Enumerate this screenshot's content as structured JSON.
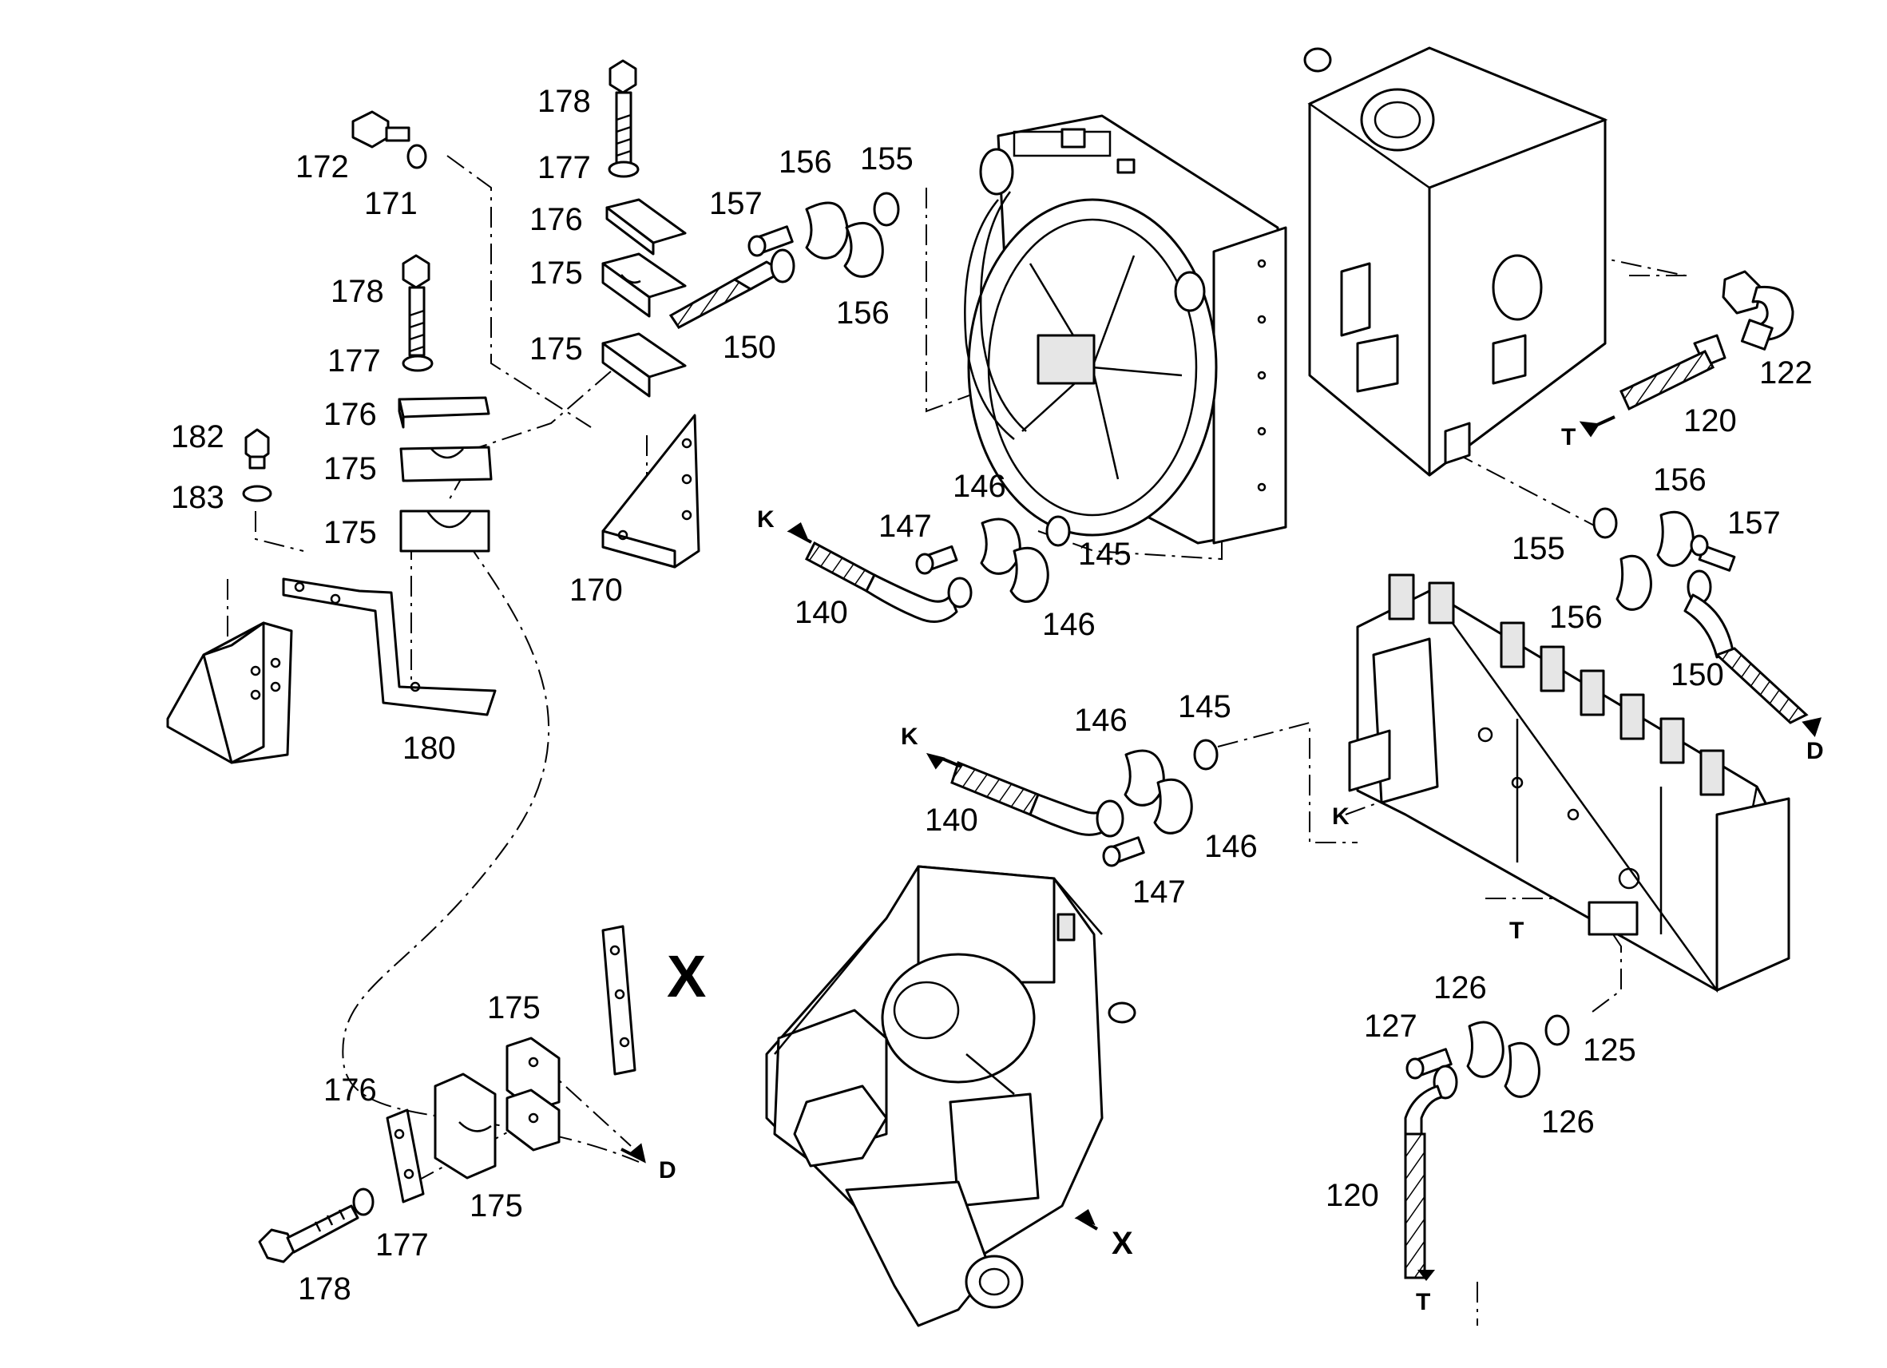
{
  "diagram": {
    "part_labels": [
      {
        "id": "l172",
        "text": "172"
      },
      {
        "id": "l171",
        "text": "171"
      },
      {
        "id": "l178a",
        "text": "178"
      },
      {
        "id": "l177a",
        "text": "177"
      },
      {
        "id": "l176a",
        "text": "176"
      },
      {
        "id": "l175a",
        "text": "175"
      },
      {
        "id": "l175b",
        "text": "175"
      },
      {
        "id": "l178b",
        "text": "178"
      },
      {
        "id": "l177b",
        "text": "177"
      },
      {
        "id": "l176b",
        "text": "176"
      },
      {
        "id": "l175c",
        "text": "175"
      },
      {
        "id": "l175d",
        "text": "175"
      },
      {
        "id": "l182",
        "text": "182"
      },
      {
        "id": "l183",
        "text": "183"
      },
      {
        "id": "l170",
        "text": "170"
      },
      {
        "id": "l180",
        "text": "180"
      },
      {
        "id": "l157a",
        "text": "157"
      },
      {
        "id": "l156a",
        "text": "156"
      },
      {
        "id": "l155a",
        "text": "155"
      },
      {
        "id": "l156b",
        "text": "156"
      },
      {
        "id": "l150a",
        "text": "150"
      },
      {
        "id": "l146a",
        "text": "146"
      },
      {
        "id": "l147a",
        "text": "147"
      },
      {
        "id": "l145a",
        "text": "145"
      },
      {
        "id": "l146b",
        "text": "146"
      },
      {
        "id": "l140a",
        "text": "140"
      },
      {
        "id": "l122",
        "text": "122"
      },
      {
        "id": "l120a",
        "text": "120"
      },
      {
        "id": "l156c",
        "text": "156"
      },
      {
        "id": "l157b",
        "text": "157"
      },
      {
        "id": "l155b",
        "text": "155"
      },
      {
        "id": "l156d",
        "text": "156"
      },
      {
        "id": "l150b",
        "text": "150"
      },
      {
        "id": "l146c",
        "text": "146"
      },
      {
        "id": "l145b",
        "text": "145"
      },
      {
        "id": "l140b",
        "text": "140"
      },
      {
        "id": "l146d",
        "text": "146"
      },
      {
        "id": "l147b",
        "text": "147"
      },
      {
        "id": "l175e",
        "text": "175"
      },
      {
        "id": "l176c",
        "text": "176"
      },
      {
        "id": "l175f",
        "text": "175"
      },
      {
        "id": "l177c",
        "text": "177"
      },
      {
        "id": "l178c",
        "text": "178"
      },
      {
        "id": "l126a",
        "text": "126"
      },
      {
        "id": "l127",
        "text": "127"
      },
      {
        "id": "l125",
        "text": "125"
      },
      {
        "id": "l126b",
        "text": "126"
      },
      {
        "id": "l120b",
        "text": "120"
      }
    ],
    "flags": [
      {
        "id": "fK1",
        "text": "K"
      },
      {
        "id": "fK2",
        "text": "K"
      },
      {
        "id": "fK3",
        "text": "K"
      },
      {
        "id": "fT1",
        "text": "T"
      },
      {
        "id": "fT2",
        "text": "T"
      },
      {
        "id": "fT3",
        "text": "T"
      },
      {
        "id": "fD1",
        "text": "D"
      },
      {
        "id": "fD2",
        "text": "D"
      },
      {
        "id": "fX1",
        "text": "X"
      }
    ],
    "view_marker": "X"
  }
}
